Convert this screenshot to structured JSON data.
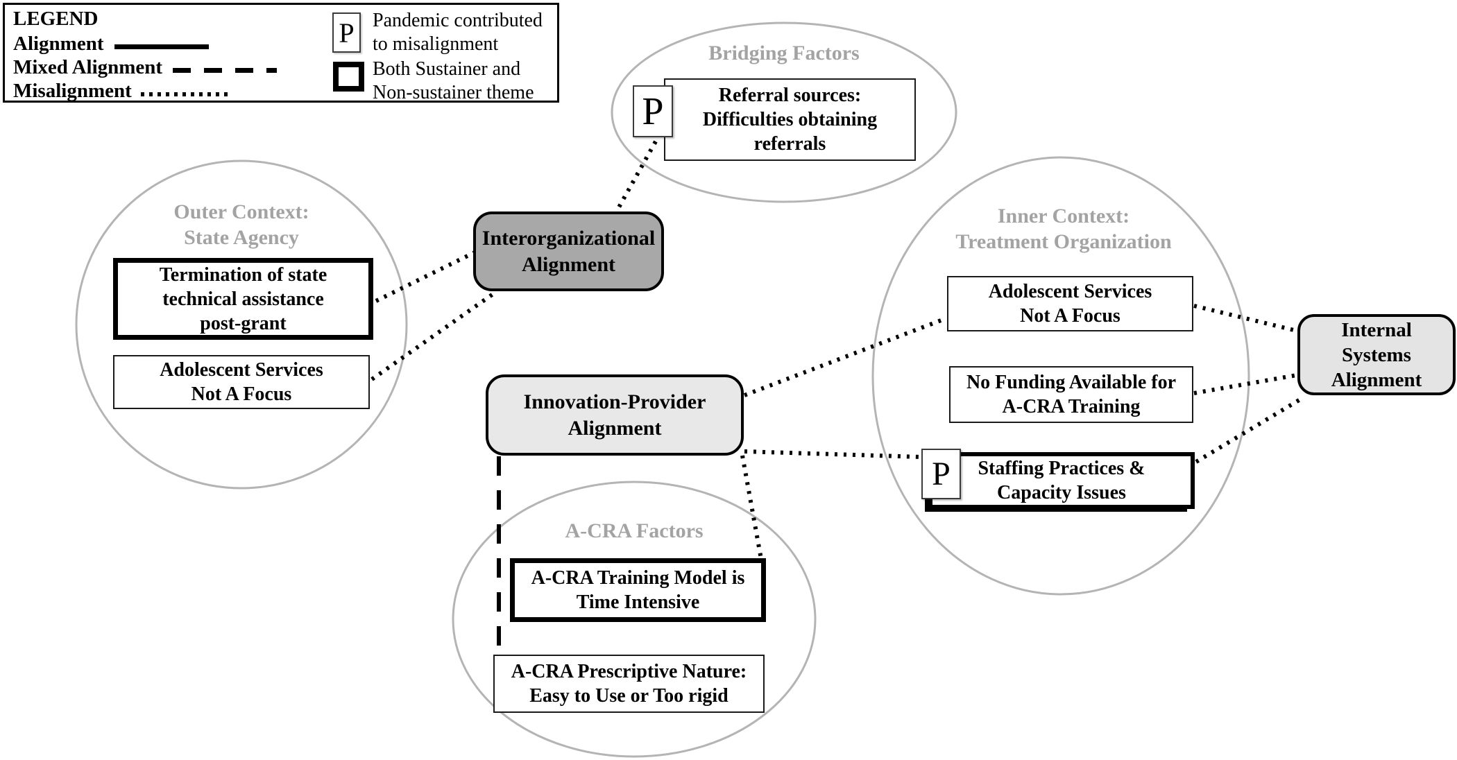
{
  "figure": {
    "type": "concept-diagram",
    "description": "Alignment of sustainment themes across outer context, bridging factors, inner context and A-CRA factors"
  },
  "colors": {
    "interorganizational_fill": "#a8a8a8",
    "innovation_provider_fill": "#e8e8e8",
    "internal_systems_fill": "#e4e4e4",
    "ellipse_stroke": "#b4b4b4",
    "context_label_gray": "#a3a3a3",
    "line_black": "#000000"
  },
  "legend": {
    "title": "LEGEND",
    "alignment_label": "Alignment",
    "mixed_label": "Mixed Alignment",
    "misalignment_label": "Misalignment",
    "pandemic_symbol": "P",
    "pandemic_note": "Pandemic contributed\nto misalignment",
    "both_theme_note": "Both Sustainer and\nNon-sustainer theme"
  },
  "contexts": {
    "bridging": {
      "label": "Bridging Factors"
    },
    "outer": {
      "label": "Outer Context:\nState Agency"
    },
    "inner": {
      "label": "Inner Context:\nTreatment Organization"
    },
    "acra": {
      "label": "A-CRA Factors"
    }
  },
  "alignment_nodes": {
    "interorganizational": {
      "label": "Interorganizational\nAlignment"
    },
    "innovation_provider": {
      "label": "Innovation-Provider\nAlignment"
    },
    "internal_systems": {
      "label": "Internal\nSystems\nAlignment"
    }
  },
  "theme_boxes": {
    "referral": {
      "label": "Referral sources:\nDifficulties obtaining\nreferrals",
      "pandemic": "P",
      "both_theme": false
    },
    "termination": {
      "label": "Termination of state\ntechnical assistance\npost-grant",
      "both_theme": true
    },
    "adolescent_outer": {
      "label": "Adolescent Services\nNot A Focus",
      "both_theme": false
    },
    "adolescent_inner": {
      "label": "Adolescent Services\nNot A Focus",
      "both_theme": false
    },
    "no_funding": {
      "label": "No Funding Available for\nA-CRA Training",
      "both_theme": false
    },
    "staffing": {
      "label": "Staffing Practices &\nCapacity Issues",
      "pandemic": "P",
      "both_theme": true
    },
    "training": {
      "label": "A-CRA Training Model is\nTime Intensive",
      "both_theme": true
    },
    "prescriptive": {
      "label": "A-CRA Prescriptive Nature:\nEasy to Use or Too rigid",
      "both_theme": false
    }
  },
  "connections": [
    {
      "from": "referral-pandemic-badge",
      "to": "interorganizational-alignment",
      "type": "misalignment"
    },
    {
      "from": "termination-box",
      "to": "interorganizational-alignment",
      "type": "misalignment"
    },
    {
      "from": "adolescent-outer-box",
      "to": "interorganizational-alignment",
      "type": "misalignment"
    },
    {
      "from": "innovation-provider-alignment",
      "to": "adolescent-inner-box",
      "type": "misalignment"
    },
    {
      "from": "innovation-provider-alignment",
      "to": "staffing-box",
      "type": "misalignment"
    },
    {
      "from": "innovation-provider-alignment",
      "to": "training-box",
      "type": "misalignment"
    },
    {
      "from": "innovation-provider-alignment",
      "to": "prescriptive-box",
      "type": "mixed"
    },
    {
      "from": "adolescent-inner-box",
      "to": "internal-systems-alignment",
      "type": "misalignment"
    },
    {
      "from": "no-funding-box",
      "to": "internal-systems-alignment",
      "type": "misalignment"
    },
    {
      "from": "staffing-box",
      "to": "internal-systems-alignment",
      "type": "misalignment"
    }
  ]
}
